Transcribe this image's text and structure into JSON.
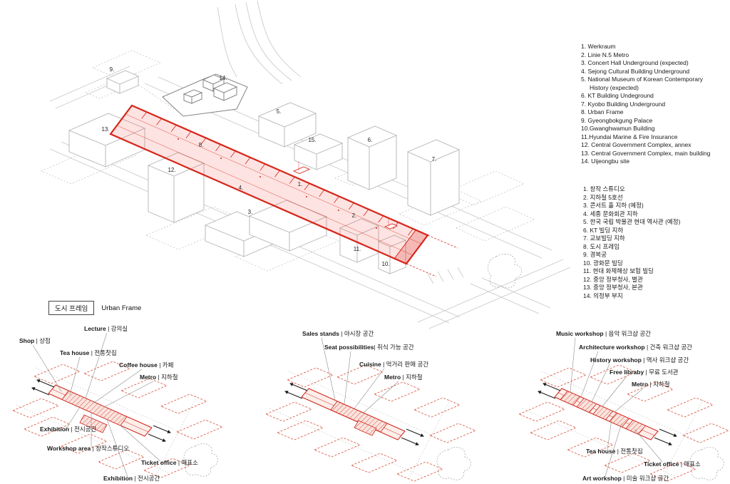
{
  "figure": {
    "frame_tag_ko": "도시 프레임",
    "frame_tag_en": "Urban Frame"
  },
  "colors": {
    "accent_red": "#d6261a",
    "line_gray": "#c6c6c6"
  },
  "legend_en": {
    "items": [
      "1. Werkraum",
      "2. Linie N.5 Metro",
      "3. Concert Hall Underground (expected)",
      "4. Sejong Cultural Building Underground",
      "5. National Museum of Korean Contemporary History (expected)",
      "6. KT Building Undeground",
      "7. Kyobo Building Underground",
      "8. Urban Frame",
      "9. Gyeongbokgung Palace",
      "10.Gwanghwamun Building",
      "11.Hyundai Marine & Fire Insurance",
      "12. Central Government Complex, annex",
      "13. Central Government Complex, main building",
      "14. Uijeongbu site"
    ]
  },
  "legend_ko": {
    "items": [
      "1. 창작 스튜디오",
      "2. 지하철 5호선",
      "3. 콘서트 홀 지하 (예정)",
      "4. 세종 문화회관 지하",
      "5. 한국 국립 박물관 현대 역사관 (예정)",
      "6. KT 빌딩 지하",
      "7. 교보빌딩 지하",
      "8. 도시 프레임",
      "9. 경복궁",
      "10. 광화문 빌딩",
      "11. 현대 화제해상 보험 빌딩",
      "12. 중앙 정부청사, 별관",
      "13. 중앙 정부청사, 본관",
      "14. 의정부 부지"
    ]
  },
  "plan_numbers": [
    {
      "label": "1."
    },
    {
      "label": "2."
    },
    {
      "label": "3."
    },
    {
      "label": "4."
    },
    {
      "label": "5."
    },
    {
      "label": "6."
    },
    {
      "label": "7."
    },
    {
      "label": "8."
    },
    {
      "label": "9."
    },
    {
      "label": "10."
    },
    {
      "label": "11."
    },
    {
      "label": "12."
    },
    {
      "label": "13."
    },
    {
      "label": "14."
    },
    {
      "label": "15."
    }
  ],
  "diagrams": [
    {
      "name": "program-diagram",
      "labels": [
        {
          "en": "Lecture",
          "sep": " | ",
          "ko": "강의실"
        },
        {
          "en": "Shop",
          "sep": " | ",
          "ko": "상점"
        },
        {
          "en": "Tea house",
          "sep": " | ",
          "ko": "전통찻집"
        },
        {
          "en": "Coffee house",
          "sep": " | ",
          "ko": "카페"
        },
        {
          "en": "Metro",
          "sep": " | ",
          "ko": "지하철"
        },
        {
          "en": "Exhibition",
          "sep": " | ",
          "ko": "전시공간"
        },
        {
          "en": "Workshop area",
          "sep": " | ",
          "ko": "창작스튜디오"
        },
        {
          "en": "Ticket office",
          "sep": " | ",
          "ko": "매표소"
        },
        {
          "en": "Exhibition",
          "sep": " | ",
          "ko": "전시공간"
        }
      ]
    },
    {
      "name": "market-diagram",
      "labels": [
        {
          "en": "Sales stands",
          "sep": " | ",
          "ko": "야시장 공간"
        },
        {
          "en": "Seat possibilities",
          "sep": "| ",
          "ko": "취식 가능 공간"
        },
        {
          "en": "Cuisine",
          "sep": " | ",
          "ko": "먹거리 판매 공간"
        },
        {
          "en": "Metro",
          "sep": " | ",
          "ko": "지하철"
        }
      ]
    },
    {
      "name": "workshops-diagram",
      "labels": [
        {
          "en": "Music workshop",
          "sep": " | ",
          "ko": "음악 워크샵 공간"
        },
        {
          "en": "Architecture workshop",
          "sep": " | ",
          "ko": "건축 워크샵 공간"
        },
        {
          "en": "History workshop",
          "sep": " | ",
          "ko": "역사 워크샵 공간"
        },
        {
          "en": "Free libraby",
          "sep": " | ",
          "ko": "무료 도서관"
        },
        {
          "en": "Metro",
          "sep": " | ",
          "ko": "지하철"
        },
        {
          "en": "Tea house",
          "sep": " | ",
          "ko": "전통찻집"
        },
        {
          "en": "Ticket office",
          "sep": " | ",
          "ko": "매표소"
        },
        {
          "en": "Art workshop",
          "sep": " | ",
          "ko": "미술 워크샵 공간"
        }
      ]
    }
  ]
}
